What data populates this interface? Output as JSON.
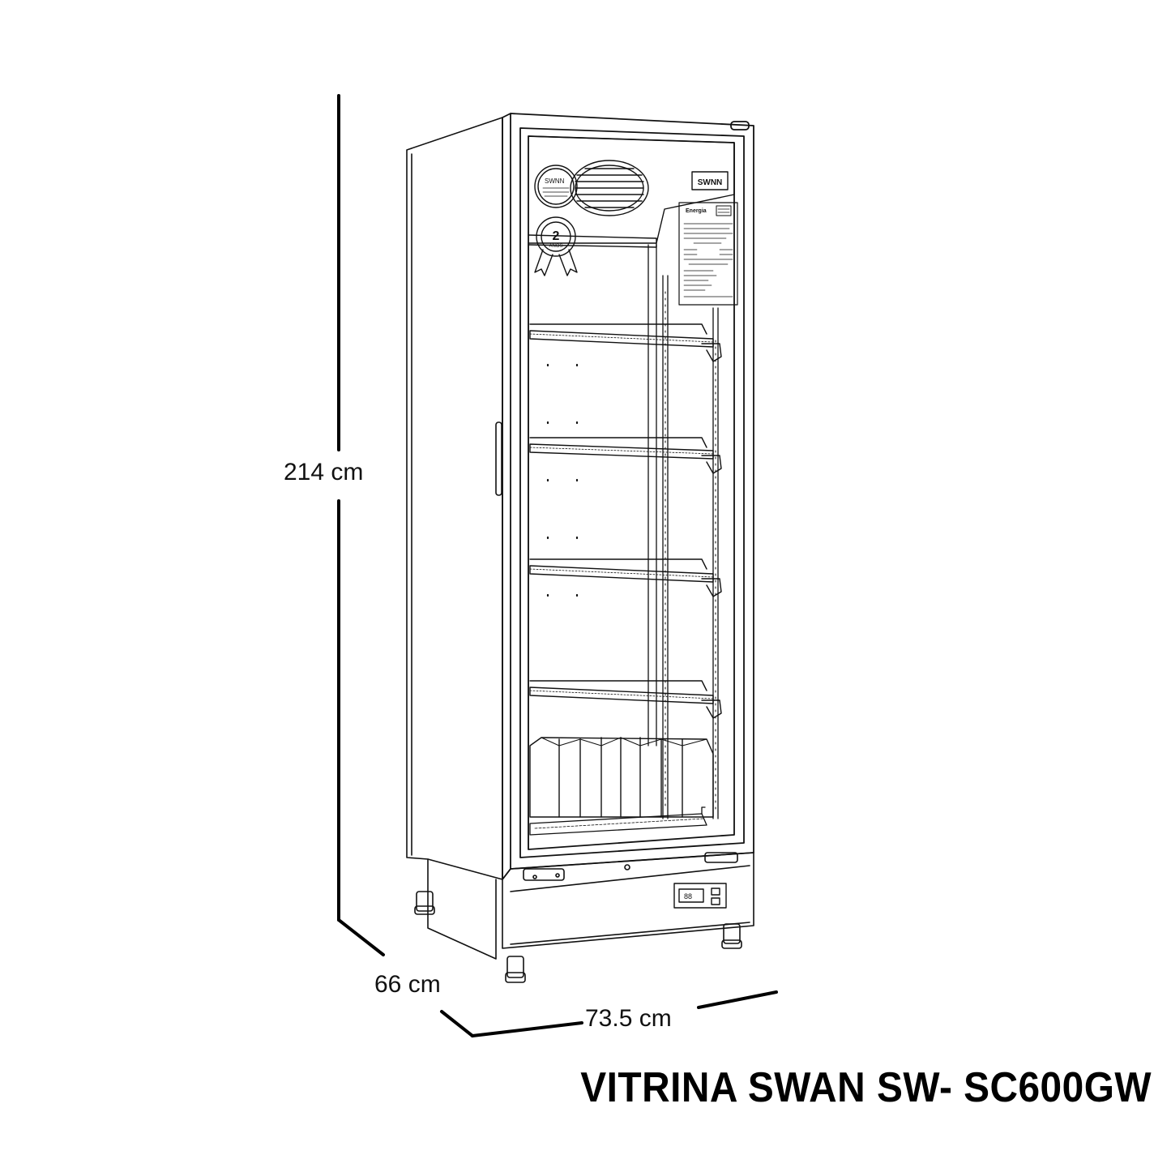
{
  "dimensions": {
    "height": "214 cm",
    "depth": "66 cm",
    "width": "73.5 cm"
  },
  "product": {
    "title": "VITRINA SWAN SW- SC600GW"
  },
  "labels": {
    "brand_top": "SWNN",
    "brand_badge": "SWNN",
    "energy": "Energia",
    "warranty_number": "2",
    "warranty_unit": "AÑOS"
  },
  "icons": [
    "fan-grille-icon",
    "warranty-ribbon-icon",
    "thermostat-display-icon"
  ]
}
